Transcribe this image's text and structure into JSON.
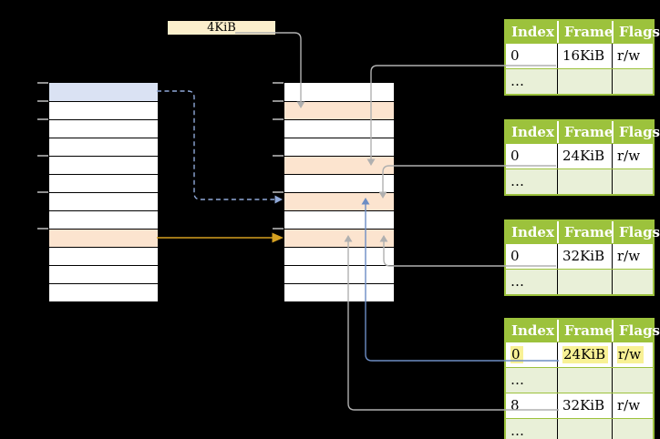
{
  "colors": {
    "background": "#000000",
    "memory_border": "#000000",
    "memory_row_white": "#ffffff",
    "memory_row_blue": "#dae2f3",
    "memory_row_orange": "#fce4cf",
    "tick_gray": "#909090",
    "size_label_fill": "#fcefcc",
    "size_label_border": "#000000",
    "table_green": "#9cc23c",
    "table_green_light": "#e9f0d8",
    "table_header_text": "#ffffff",
    "table_body_text": "#000000",
    "highlight_yellow": "#f8f195",
    "arrow_gray": "#b0b0b0",
    "arrow_blue": "#6d8dc4",
    "arrow_blue_dashed": "#8fa8d8",
    "arrow_gold": "#d5a021"
  },
  "size_label": {
    "text": "4KiB"
  },
  "memory_tables": [
    {
      "name": "memory-column-left",
      "rows": 12,
      "row_highlights": {
        "0": "blue",
        "8": "orange"
      },
      "tick_offsets": [
        0,
        20,
        40,
        80,
        120,
        160
      ]
    },
    {
      "name": "memory-column-right",
      "rows": 12,
      "row_highlights": {
        "1": "orange",
        "4": "orange",
        "6": "orange",
        "8": "orange"
      },
      "tick_offsets": [
        0,
        20,
        40,
        80,
        120,
        160
      ]
    }
  ],
  "page_tables": [
    {
      "headers": [
        "Index",
        "Frame",
        "Flags"
      ],
      "rows": [
        {
          "cells": [
            "0",
            "16KiB",
            "r/w"
          ]
        },
        {
          "cells": [
            "…",
            "",
            ""
          ]
        }
      ]
    },
    {
      "headers": [
        "Index",
        "Frame",
        "Flags"
      ],
      "rows": [
        {
          "cells": [
            "0",
            "24KiB",
            "r/w"
          ]
        },
        {
          "cells": [
            "…",
            "",
            ""
          ]
        }
      ]
    },
    {
      "headers": [
        "Index",
        "Frame",
        "Flags"
      ],
      "rows": [
        {
          "cells": [
            "0",
            "32KiB",
            "r/w"
          ]
        },
        {
          "cells": [
            "…",
            "",
            ""
          ]
        }
      ]
    },
    {
      "headers": [
        "Index",
        "Frame",
        "Flags"
      ],
      "rows": [
        {
          "cells": [
            "0",
            "24KiB",
            "r/w"
          ],
          "highlight": true
        },
        {
          "cells": [
            "…",
            "",
            ""
          ]
        },
        {
          "cells": [
            "8",
            "32KiB",
            "r/w"
          ]
        },
        {
          "cells": [
            "…",
            "",
            ""
          ]
        }
      ]
    }
  ],
  "arrows": [
    {
      "name": "size-label-to-frame-arrow",
      "style": "solid",
      "color": "#b0b0b0"
    },
    {
      "name": "table1-row0-to-frame-arrow",
      "style": "solid",
      "color": "#b0b0b0"
    },
    {
      "name": "table2-row0-to-frame-arrow",
      "style": "solid",
      "color": "#b0b0b0"
    },
    {
      "name": "table3-row0-to-frame-arrow",
      "style": "solid",
      "color": "#b0b0b0"
    },
    {
      "name": "table4-row8-to-frame-arrow",
      "style": "solid",
      "color": "#b0b0b0"
    },
    {
      "name": "table4-row0-to-frame-arrow",
      "style": "solid",
      "color": "#6d8dc4"
    },
    {
      "name": "blue-page-mapping-arrow",
      "style": "dashed",
      "color": "#8fa8d8"
    },
    {
      "name": "orange-page-mapping-arrow",
      "style": "solid",
      "color": "#d5a021"
    }
  ]
}
